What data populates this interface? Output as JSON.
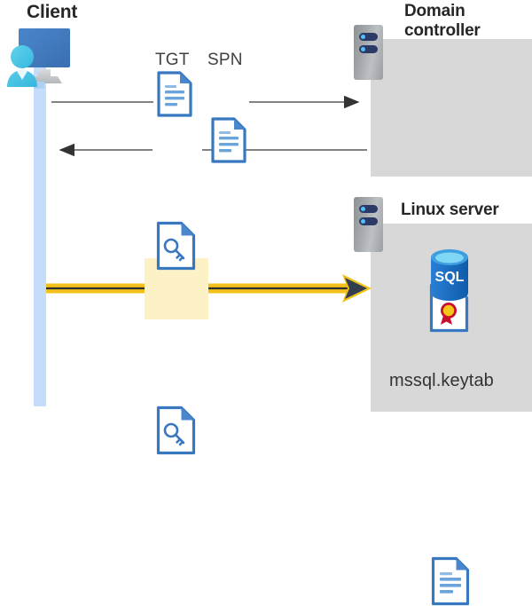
{
  "diagram": {
    "type": "sequence-diagram",
    "title_client": "Client",
    "title_domain_controller": "Domain\ncontroller",
    "title_linux_server": "Linux server",
    "colors": {
      "panel_gray": "#d8d8d8",
      "lifeline_blue": "#c5ddfa",
      "doc_blue": "#3878c0",
      "doc_fold_blue": "#3e7cc4",
      "highlight_yellow": "#fdf2c7",
      "arrow_yellow": "#f2c21b",
      "arrow_dark": "#333f4f",
      "rack_gray": "#a7abae",
      "rack_pill_navy": "#2b3a67",
      "sql_blue": "#1b6ec2",
      "cert_gold": "#f5c518",
      "cert_red": "#c8102e",
      "text_dark": "#262626"
    }
  },
  "actors": [
    {
      "id": "client",
      "label": "Client",
      "icon": "client-workstation-icon"
    },
    {
      "id": "domain-controller",
      "label": "Domain controller",
      "icon": "server-rack-icon"
    },
    {
      "id": "linux-server",
      "label": "Linux server",
      "icon": "server-rack-icon"
    }
  ],
  "labels": {
    "tgt": "TGT",
    "spn": "SPN",
    "keytab_file": "mssql.keytab",
    "sql_db": "SQL"
  },
  "messages": [
    {
      "id": "msg-request",
      "from": "client",
      "to": "domain-controller",
      "direction": "right",
      "style": "thin-gray",
      "payload_labels": [
        "TGT",
        "SPN"
      ],
      "payload_icons": [
        "document-icon",
        "document-icon"
      ]
    },
    {
      "id": "msg-response",
      "from": "domain-controller",
      "to": "client",
      "direction": "left",
      "style": "thin-gray",
      "payload_labels": [],
      "payload_icons": [
        "key-document-icon"
      ]
    },
    {
      "id": "msg-ticket-to-linux",
      "from": "client",
      "to": "linux-server",
      "direction": "right",
      "style": "thick-yellow-highlighted",
      "payload_labels": [],
      "payload_icons": [
        "key-document-icon"
      ],
      "highlighted": true
    }
  ],
  "panels": [
    {
      "id": "domain-controller-panel",
      "owner": "domain-controller",
      "contents": [
        {
          "icon": "certificate-document-icon",
          "label": ""
        }
      ]
    },
    {
      "id": "linux-server-panel",
      "owner": "linux-server",
      "contents": [
        {
          "icon": "sql-database-icon",
          "label": "SQL"
        },
        {
          "icon": "document-icon",
          "label": "mssql.keytab"
        }
      ]
    }
  ]
}
